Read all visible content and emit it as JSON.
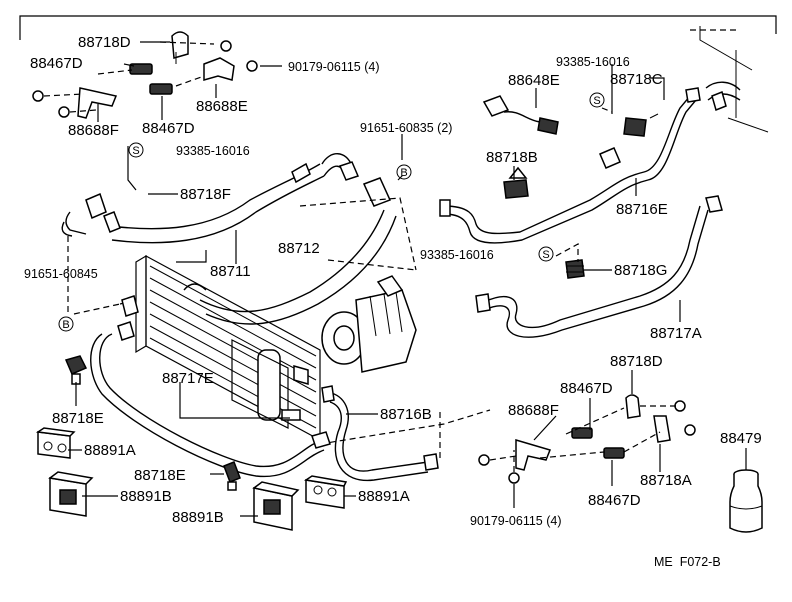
{
  "diagram_code": "ME  F072-B",
  "labels": {
    "p88718D_top": "88718D",
    "p88467D_top": "88467D",
    "p90179_top": "90179-06115 (4)",
    "p88688E": "88688E",
    "p88688F_top": "88688F",
    "p88467D_top2": "88467D",
    "p91651_60835": "91651-60835 (2)",
    "p93385_left": "93385-16016",
    "p88718F": "88718F",
    "p88711": "88711",
    "p88712": "88712",
    "p91651_60845": "91651-60845",
    "p88718E_left": "88718E",
    "p88891A_left": "88891A",
    "p88718E_bottom": "88718E",
    "p88891B_left": "88891B",
    "p88891B_bottom": "88891B",
    "p88891A_right": "88891A",
    "p88717E": "88717E",
    "p88716B": "88716B",
    "p93385_top": "93385-16016",
    "p88648E": "88648E",
    "p88718C": "88718C",
    "p88718B": "88718B",
    "p88716E": "88716E",
    "p93385_mid": "93385-16016",
    "p88718G": "88718G",
    "p88717A": "88717A",
    "p88718D_right": "88718D",
    "p88467D_right": "88467D",
    "p88688F_right": "88688F",
    "p88718A": "88718A",
    "p88467D_right2": "88467D",
    "p90179_bottom": "90179-06115 (4)",
    "p88479": "88479"
  },
  "markers": {
    "s": "S",
    "b": "B"
  }
}
